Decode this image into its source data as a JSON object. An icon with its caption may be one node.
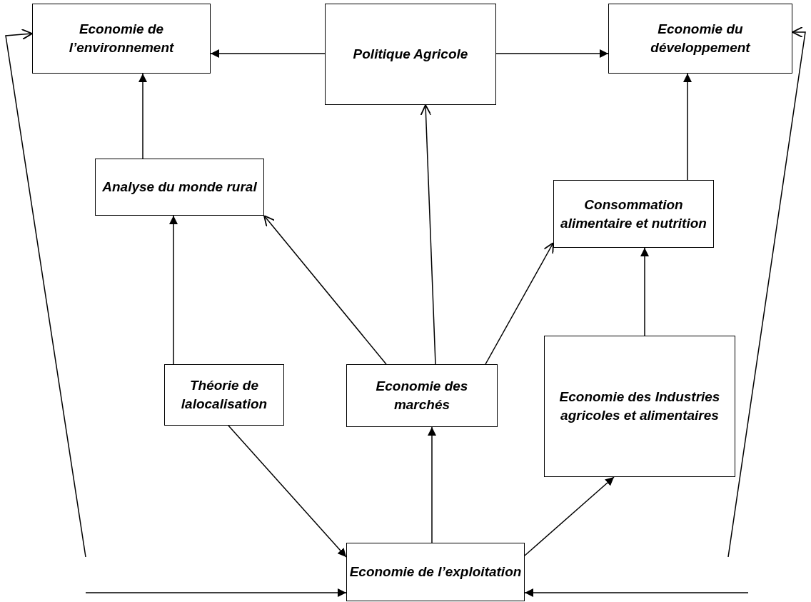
{
  "diagram": {
    "nodes": [
      {
        "text": [
          "Economie de l’environnement"
        ]
      },
      {
        "text": [
          "Politique Agricole"
        ]
      },
      {
        "text": [
          "Economie du développement"
        ]
      },
      {
        "text": [
          "Analyse du monde rural"
        ]
      },
      {
        "text": [
          "Consommation alimentaire et nutrition"
        ]
      },
      {
        "text": [
          "Théorie de lalocalisation"
        ]
      },
      {
        "text": [
          "Economie des marchés"
        ]
      },
      {
        "text": [
          "Economie des Industries agricoles et alimentaires"
        ]
      },
      {
        "text": [
          "Economie de l’exploitation"
        ]
      }
    ],
    "edges": [
      {
        "from": 1,
        "to": 0,
        "arrow": "to"
      },
      {
        "from": 1,
        "to": 2,
        "arrow": "to"
      },
      {
        "from": 3,
        "to": 0,
        "arrow": "to"
      },
      {
        "from": 4,
        "to": 2,
        "arrow": "to"
      },
      {
        "from": 5,
        "to": 3,
        "arrow": "to"
      },
      {
        "from": 6,
        "to": 3,
        "arrow": "to"
      },
      {
        "from": 6,
        "to": 1,
        "arrow": "to"
      },
      {
        "from": 6,
        "to": 4,
        "arrow": "to"
      },
      {
        "from": 7,
        "to": 4,
        "arrow": "to"
      },
      {
        "from": 5,
        "to": 8,
        "arrow": "to"
      },
      {
        "from": 8,
        "to": 6,
        "arrow": "to"
      },
      {
        "from": 8,
        "to": 7,
        "arrow": "to"
      },
      {
        "from": null,
        "to": 0,
        "arrow": "to"
      },
      {
        "from": null,
        "to": 8,
        "arrow": "to"
      },
      {
        "from": null,
        "to": 2,
        "arrow": "to"
      },
      {
        "from": null,
        "to": 8,
        "arrow": "to"
      }
    ]
  }
}
